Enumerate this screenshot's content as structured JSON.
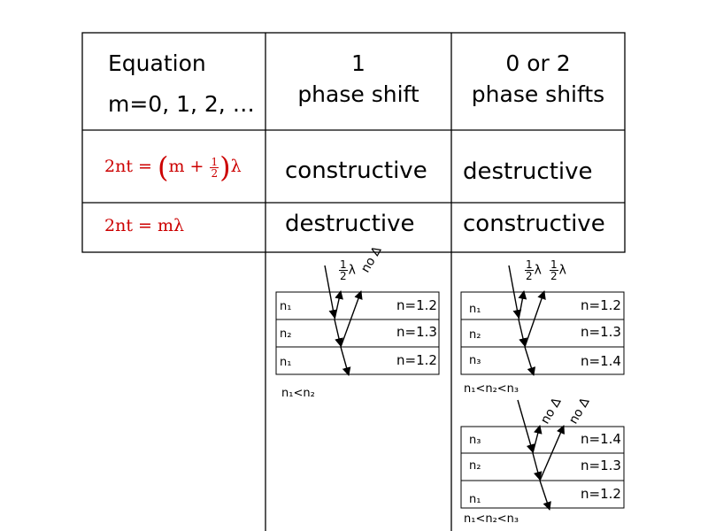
{
  "table": {
    "header": {
      "col1_line1": "Equation",
      "col1_line2": "m=0, 1, 2, …",
      "col2_line1": "1",
      "col2_line2": "phase shift",
      "col3_line1": "0 or 2",
      "col3_line2": "phase shifts"
    },
    "row1": {
      "eq_left": "2nt =",
      "eq_m_plus": "m +",
      "eq_frac_num": "1",
      "eq_frac_den": "2",
      "eq_lambda": "λ",
      "col2": "constructive",
      "col3": "destructive"
    },
    "row2": {
      "eq": "2nt = mλ",
      "col2": "destructive",
      "col3": "constructive"
    },
    "equation_color": "#cc0000"
  },
  "diagram_one_shift": {
    "top_frac_num": "1",
    "top_frac_den": "2",
    "top_lambda": "λ",
    "top_note": "no ∆",
    "layers": [
      {
        "left": "n₁",
        "right": "n=1.2"
      },
      {
        "left": "n₂",
        "right": "n=1.3"
      },
      {
        "left": "n₁",
        "right": "n=1.2"
      }
    ],
    "caption": "n₁<n₂"
  },
  "diagram_two_shifts": {
    "top_frac1_num": "1",
    "top_frac1_den": "2",
    "top_lambda1": "λ",
    "top_frac2_num": "1",
    "top_frac2_den": "2",
    "top_lambda2": "λ",
    "layers": [
      {
        "left": "n₁",
        "right": "n=1.2"
      },
      {
        "left": "n₂",
        "right": "n=1.3"
      },
      {
        "left": "n₃",
        "right": "n=1.4"
      }
    ],
    "caption": "n₁<n₂<n₃"
  },
  "diagram_zero_shifts": {
    "note1": "no ∆",
    "note2": "no ∆",
    "layers": [
      {
        "left": "n₃",
        "right": "n=1.4"
      },
      {
        "left": "n₂",
        "right": "n=1.3"
      },
      {
        "left": "n₁",
        "right": "n=1.2"
      }
    ],
    "caption": "n₁<n₂<n₃"
  }
}
